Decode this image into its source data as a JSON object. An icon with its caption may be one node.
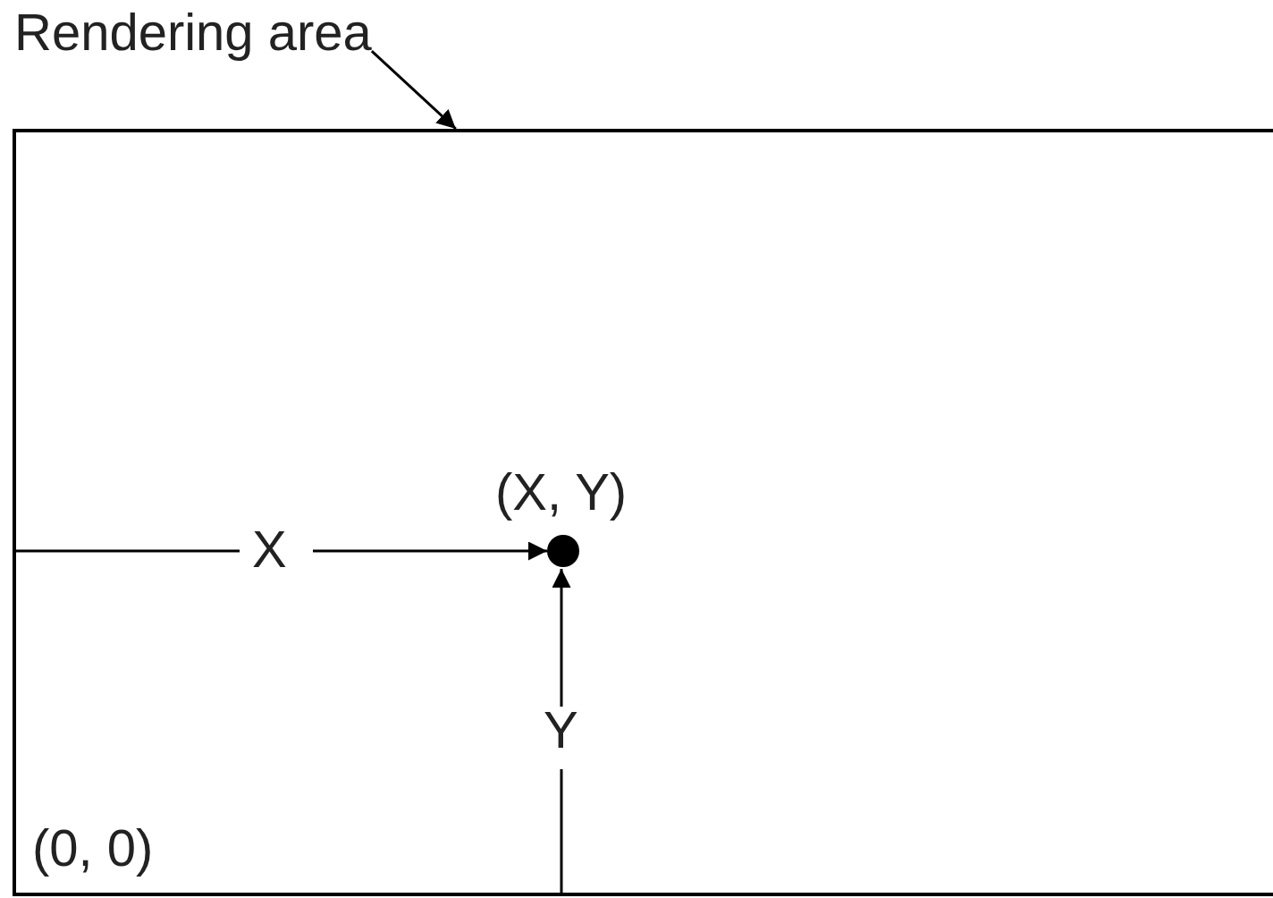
{
  "diagram": {
    "nodes": [
      {
        "text": [
          "Rendering area"
        ]
      },
      {
        "text": [],
        "shape": "box"
      },
      {
        "text": [],
        "shape": "circle",
        "in": 1,
        "beside": [
          "(X, Y)"
        ]
      }
    ],
    "edges": [
      {
        "from": 0,
        "to": 1,
        "arrow": "to"
      }
    ],
    "labels": [
      "(0, 0)",
      "X",
      "Y"
    ]
  }
}
